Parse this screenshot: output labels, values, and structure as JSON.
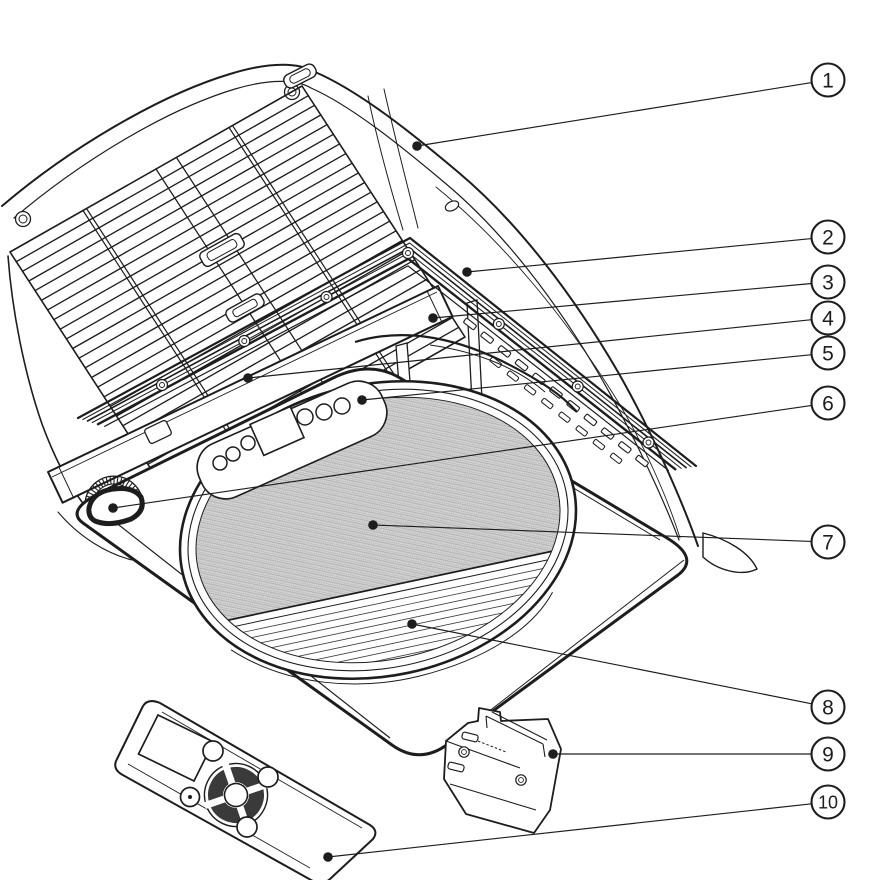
{
  "diagram": {
    "kind": "exploded-parts-line-drawing",
    "callouts": [
      {
        "label": "1"
      },
      {
        "label": "2"
      },
      {
        "label": "3"
      },
      {
        "label": "4"
      },
      {
        "label": "5"
      },
      {
        "label": "6"
      },
      {
        "label": "7"
      },
      {
        "label": "8"
      },
      {
        "label": "9"
      },
      {
        "label": "10"
      }
    ]
  },
  "colors": {
    "line": "#1d1d1d",
    "mesh_fill": "#d7d7d7",
    "mesh_grid": "#a3a3a3",
    "button_dark": "#3a3a3a",
    "background": "#ffffff"
  }
}
